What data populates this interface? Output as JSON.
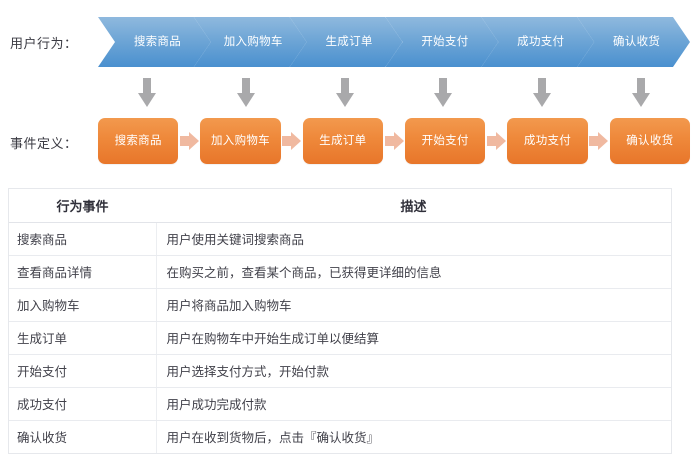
{
  "flow": {
    "behavior_label": "用户行为：",
    "event_label": "事件定义：",
    "steps": [
      "搜索商品",
      "加入购物车",
      "生成订单",
      "开始支付",
      "成功支付",
      "确认收货"
    ],
    "event_steps": [
      "搜索商品",
      "加入购物车",
      "生成订单",
      "开始支付",
      "成功支付",
      "确认收货"
    ],
    "colors": {
      "chevron_top": "#8fb9de",
      "chevron_bottom": "#4a90cf",
      "box_top": "#f2994e",
      "box_bottom": "#e8762a",
      "down_arrow": "#a9a9ab",
      "pink_arrow": "#f0b9a0",
      "chevron_text": "#ffffff",
      "box_text": "#ffffff"
    }
  },
  "table": {
    "headers": [
      "行为事件",
      "描述"
    ],
    "rows": [
      {
        "event": "搜索商品",
        "description": "用户使用关键词搜索商品"
      },
      {
        "event": "查看商品详情",
        "description": "在购买之前，查看某个商品，已获得更详细的信息"
      },
      {
        "event": "加入购物车",
        "description": "用户将商品加入购物车"
      },
      {
        "event": "生成订单",
        "description": "用户在购物车中开始生成订单以便结算"
      },
      {
        "event": "开始支付",
        "description": "用户选择支付方式，开始付款"
      },
      {
        "event": "成功支付",
        "description": "用户成功完成付款"
      },
      {
        "event": "确认收货",
        "description": "用户在收到货物后，点击『确认收货』"
      }
    ]
  }
}
